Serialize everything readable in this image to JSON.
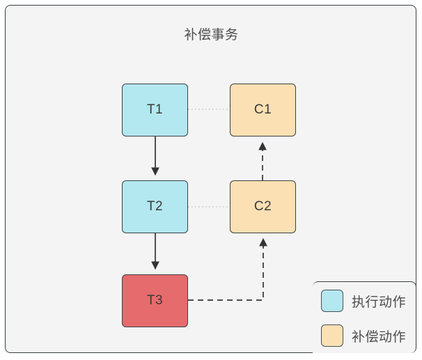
{
  "diagram": {
    "title": "补偿事务",
    "background_color": "#f4f4f4",
    "border_color": "#3a3f44"
  },
  "nodes": [
    {
      "id": "T1",
      "label": "T1",
      "kind": "execute",
      "fill": "#b3e8f0"
    },
    {
      "id": "T2",
      "label": "T2",
      "kind": "execute",
      "fill": "#b3e8f0"
    },
    {
      "id": "T3",
      "label": "T3",
      "kind": "failed",
      "fill": "#e66b6c"
    },
    {
      "id": "C1",
      "label": "C1",
      "kind": "compensate",
      "fill": "#fbe0b3"
    },
    {
      "id": "C2",
      "label": "C2",
      "kind": "compensate",
      "fill": "#fbe0b3"
    }
  ],
  "edges": [
    {
      "from": "T1",
      "to": "T2",
      "style": "solid",
      "arrow": true,
      "direction": "down"
    },
    {
      "from": "T2",
      "to": "T3",
      "style": "solid",
      "arrow": true,
      "direction": "down"
    },
    {
      "from": "T1",
      "to": "C1",
      "style": "dotted",
      "arrow": false,
      "direction": "right"
    },
    {
      "from": "T2",
      "to": "C2",
      "style": "dotted",
      "arrow": false,
      "direction": "right"
    },
    {
      "from": "T3",
      "to": "C2",
      "style": "dashed",
      "arrow": true,
      "direction": "right-up"
    },
    {
      "from": "C2",
      "to": "C1",
      "style": "dashed",
      "arrow": true,
      "direction": "up"
    }
  ],
  "legend": {
    "items": [
      {
        "label": "执行动作",
        "color": "#b3e8f0"
      },
      {
        "label": "补偿动作",
        "color": "#fbe0b3"
      }
    ]
  }
}
